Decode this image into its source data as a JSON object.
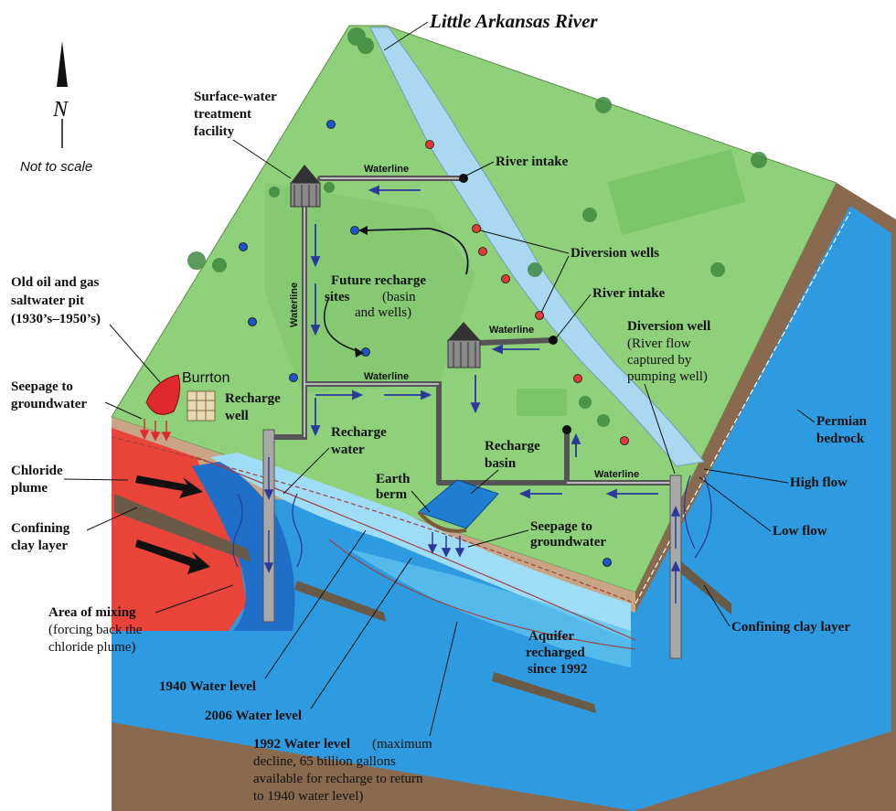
{
  "title": "Little Arkansas River",
  "north": {
    "letter": "N",
    "scale_note": "Not to scale"
  },
  "labels": {
    "surface_water_treatment": [
      "Surface-water",
      "treatment",
      "facility"
    ],
    "river_intake_top": "River intake",
    "waterline_top": "Waterline",
    "diversion_wells": "Diversion wells",
    "river_intake_mid": "River intake",
    "future_recharge": [
      "Future recharge",
      "sites"
    ],
    "future_recharge_note": [
      "(basin",
      "and wells)"
    ],
    "waterline_vertical": "Waterline",
    "waterline_mid_right": "Waterline",
    "waterline_mid": "Waterline",
    "waterline_lower": "Waterline",
    "old_oil_pit": [
      "Old oil and gas",
      "saltwater pit",
      "(1930’s–1950’s)"
    ],
    "burrton": "Burrton",
    "recharge_well": [
      "Recharge",
      "well"
    ],
    "recharge_water": [
      "Recharge",
      "water"
    ],
    "seepage_left": [
      "Seepage to",
      "groundwater"
    ],
    "chloride_plume": [
      "Chloride",
      "plume"
    ],
    "confining_clay_left": [
      "Confining",
      "clay layer"
    ],
    "earth_berm": [
      "Earth",
      "berm"
    ],
    "recharge_basin": [
      "Recharge",
      "basin"
    ],
    "seepage_basin": [
      "Seepage to",
      "groundwater"
    ],
    "diversion_well": "Diversion well",
    "diversion_well_note": [
      "(River flow",
      "captured by",
      "pumping well)"
    ],
    "permian_bedrock": [
      "Permian",
      "bedrock"
    ],
    "high_flow": "High flow",
    "low_flow": "Low flow",
    "confining_clay_right": "Confining clay layer",
    "area_of_mixing": "Area of mixing",
    "area_of_mixing_note": [
      "(forcing back the",
      "chloride plume)"
    ],
    "aquifer_recharged": [
      "Aquifer",
      "recharged",
      "since 1992"
    ],
    "water_1940": "1940 Water level",
    "water_2006": "2006 Water level",
    "water_1992": "1992 Water level",
    "water_1992_note": [
      "(maximum",
      "decline, 65 billion gallons",
      "available for recharge to return",
      "to 1940 water level)"
    ]
  },
  "colors": {
    "land": "#8fd07a",
    "river": "#a9d8f0",
    "aquifer": "#2e9be0",
    "unsaturated": "#c9a585",
    "bedrock": "#8a6a4e",
    "plume": "#e8443a",
    "recharged": "#9fdcf5"
  }
}
